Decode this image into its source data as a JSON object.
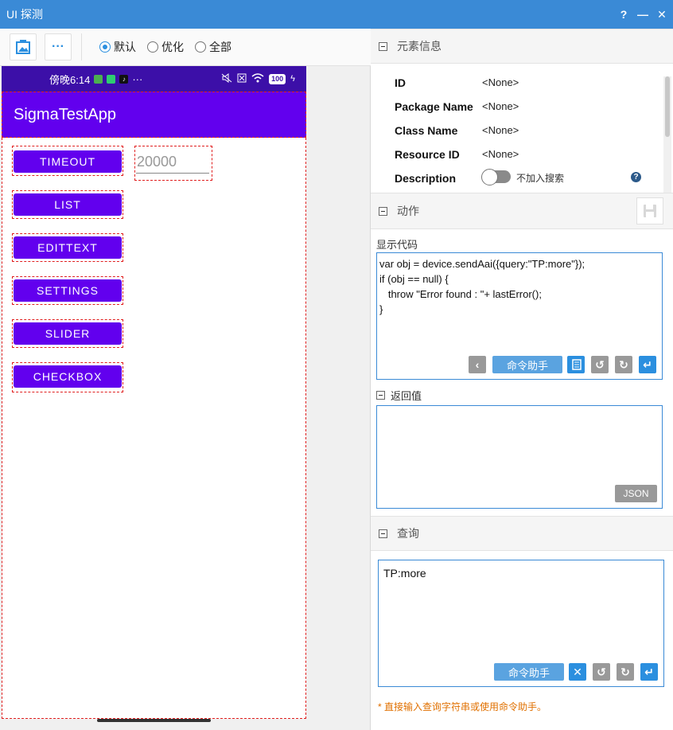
{
  "window": {
    "title": "UI 探测",
    "help_glyph": "?",
    "minimize_glyph": "—",
    "close_glyph": "✕"
  },
  "toolbar": {
    "more_glyph": "···",
    "modes": [
      {
        "label": "默认",
        "checked": true
      },
      {
        "label": "优化",
        "checked": false
      },
      {
        "label": "全部",
        "checked": false
      }
    ]
  },
  "phone": {
    "status": {
      "time": "傍晚6:14",
      "dots": "···",
      "battery": "100"
    },
    "app_title": "SigmaTestApp",
    "buttons": [
      "TIMEOUT",
      "LIST",
      "EDITTEXT",
      "SETTINGS",
      "SLIDER",
      "CHECKBOX"
    ],
    "edit_value": "20000"
  },
  "element_info": {
    "header": "元素信息",
    "props": [
      {
        "name": "ID",
        "value": "<None>"
      },
      {
        "name": "Package Name",
        "value": "<None>"
      },
      {
        "name": "Class Name",
        "value": "<None>"
      },
      {
        "name": "Resource ID",
        "value": "<None>"
      },
      {
        "name": "Description",
        "value": ""
      }
    ],
    "desc_toggle_label": "不加入搜索",
    "help_glyph": "?"
  },
  "action": {
    "header": "动作",
    "code_label": "显示代码",
    "code_lines": [
      "var obj = device.sendAai({query:\"TP:more\"});",
      "if (obj == null) {",
      "   throw \"Error found : \"+ lastError();",
      "}"
    ],
    "assist_label": "命令助手",
    "return_label": "返回值",
    "json_label": "JSON"
  },
  "query": {
    "header": "查询",
    "value": "TP:more",
    "assist_label": "命令助手",
    "hint": "* 直接输入查询字符串或使用命令助手。"
  },
  "colors": {
    "accent": "#3a8ad6",
    "app_primary": "#6200ee",
    "status_bar": "#3c0fa8",
    "outline": "#e02020",
    "hint": "#e07000"
  }
}
